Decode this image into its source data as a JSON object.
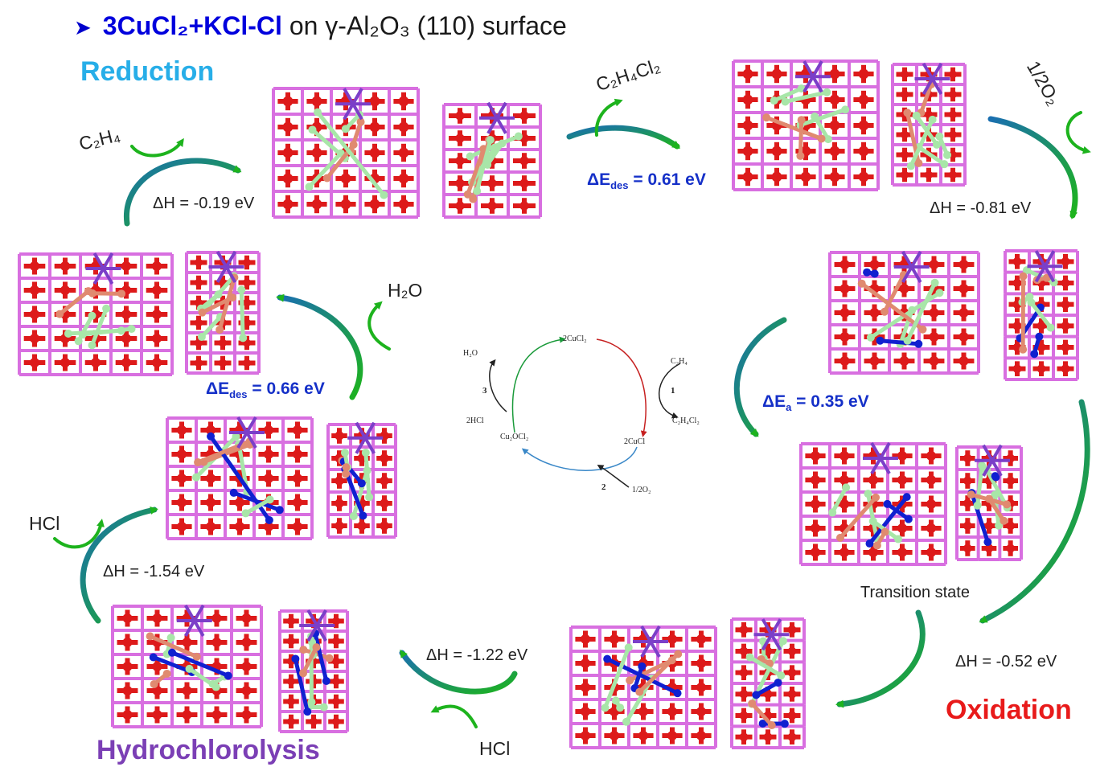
{
  "title": {
    "strong": "3CuCl₂+KCl-Cl",
    "rest": " on γ-Al₂O₃ (110) surface"
  },
  "phases": {
    "reduction": "Reduction",
    "oxidation": "Oxidation",
    "hydrochlorolysis": "Hydrochlorolysis"
  },
  "energies": {
    "dh_c2h4": "ΔH = -0.19 eV",
    "de_des_c2h4cl2": "ΔE",
    "de_des_c2h4cl2_sub": "des",
    "de_des_c2h4cl2_val": " = 0.61 eV",
    "dh_o2": "ΔH = -0.81 eV",
    "de_a": "ΔE",
    "de_a_sub": "a",
    "de_a_val": " = 0.35 eV",
    "dh_052": "ΔH = -0.52 eV",
    "dh_122": "ΔH = -1.22 eV",
    "dh_154": "ΔH = -1.54 eV",
    "de_des_h2o": "ΔE",
    "de_des_h2o_sub": "des",
    "de_des_h2o_val": " = 0.66 eV"
  },
  "species": {
    "c2h4": "C₂H₄",
    "c2h4cl2": "C₂H₄Cl₂",
    "half_o2": "1/2O₂",
    "h2o": "H₂O",
    "hcl_bottom": "HCl",
    "hcl_left": "HCl"
  },
  "transition_state": "Transition state",
  "cycle": {
    "top": "2CuCl₂",
    "right_in": "C₂H₄",
    "right_out": "C₂H₄Cl₂",
    "right_bottom": "2CuCl",
    "bottom_in": "1/2O₂",
    "left_bottom": "Cu₂OCl₂",
    "left_in": "2HCl",
    "left_out": "H₂O",
    "step1": "1",
    "step2": "2",
    "step3": "3"
  },
  "colors": {
    "reduction": "#27aee8",
    "oxidation": "#e81a1a",
    "hydrochlorolysis": "#7b3fb5",
    "energy_blue": "#1530c8",
    "arrow_green": "#1db31d",
    "al": "#d86fe0",
    "o": "#dd1a1a",
    "cl": "#a8e6a8",
    "cu": "#e08a70",
    "k": "#7b3fc8",
    "n": "#1020d0"
  },
  "icons": [
    "curved-arrow-icon",
    "molecule-slab-icon"
  ]
}
